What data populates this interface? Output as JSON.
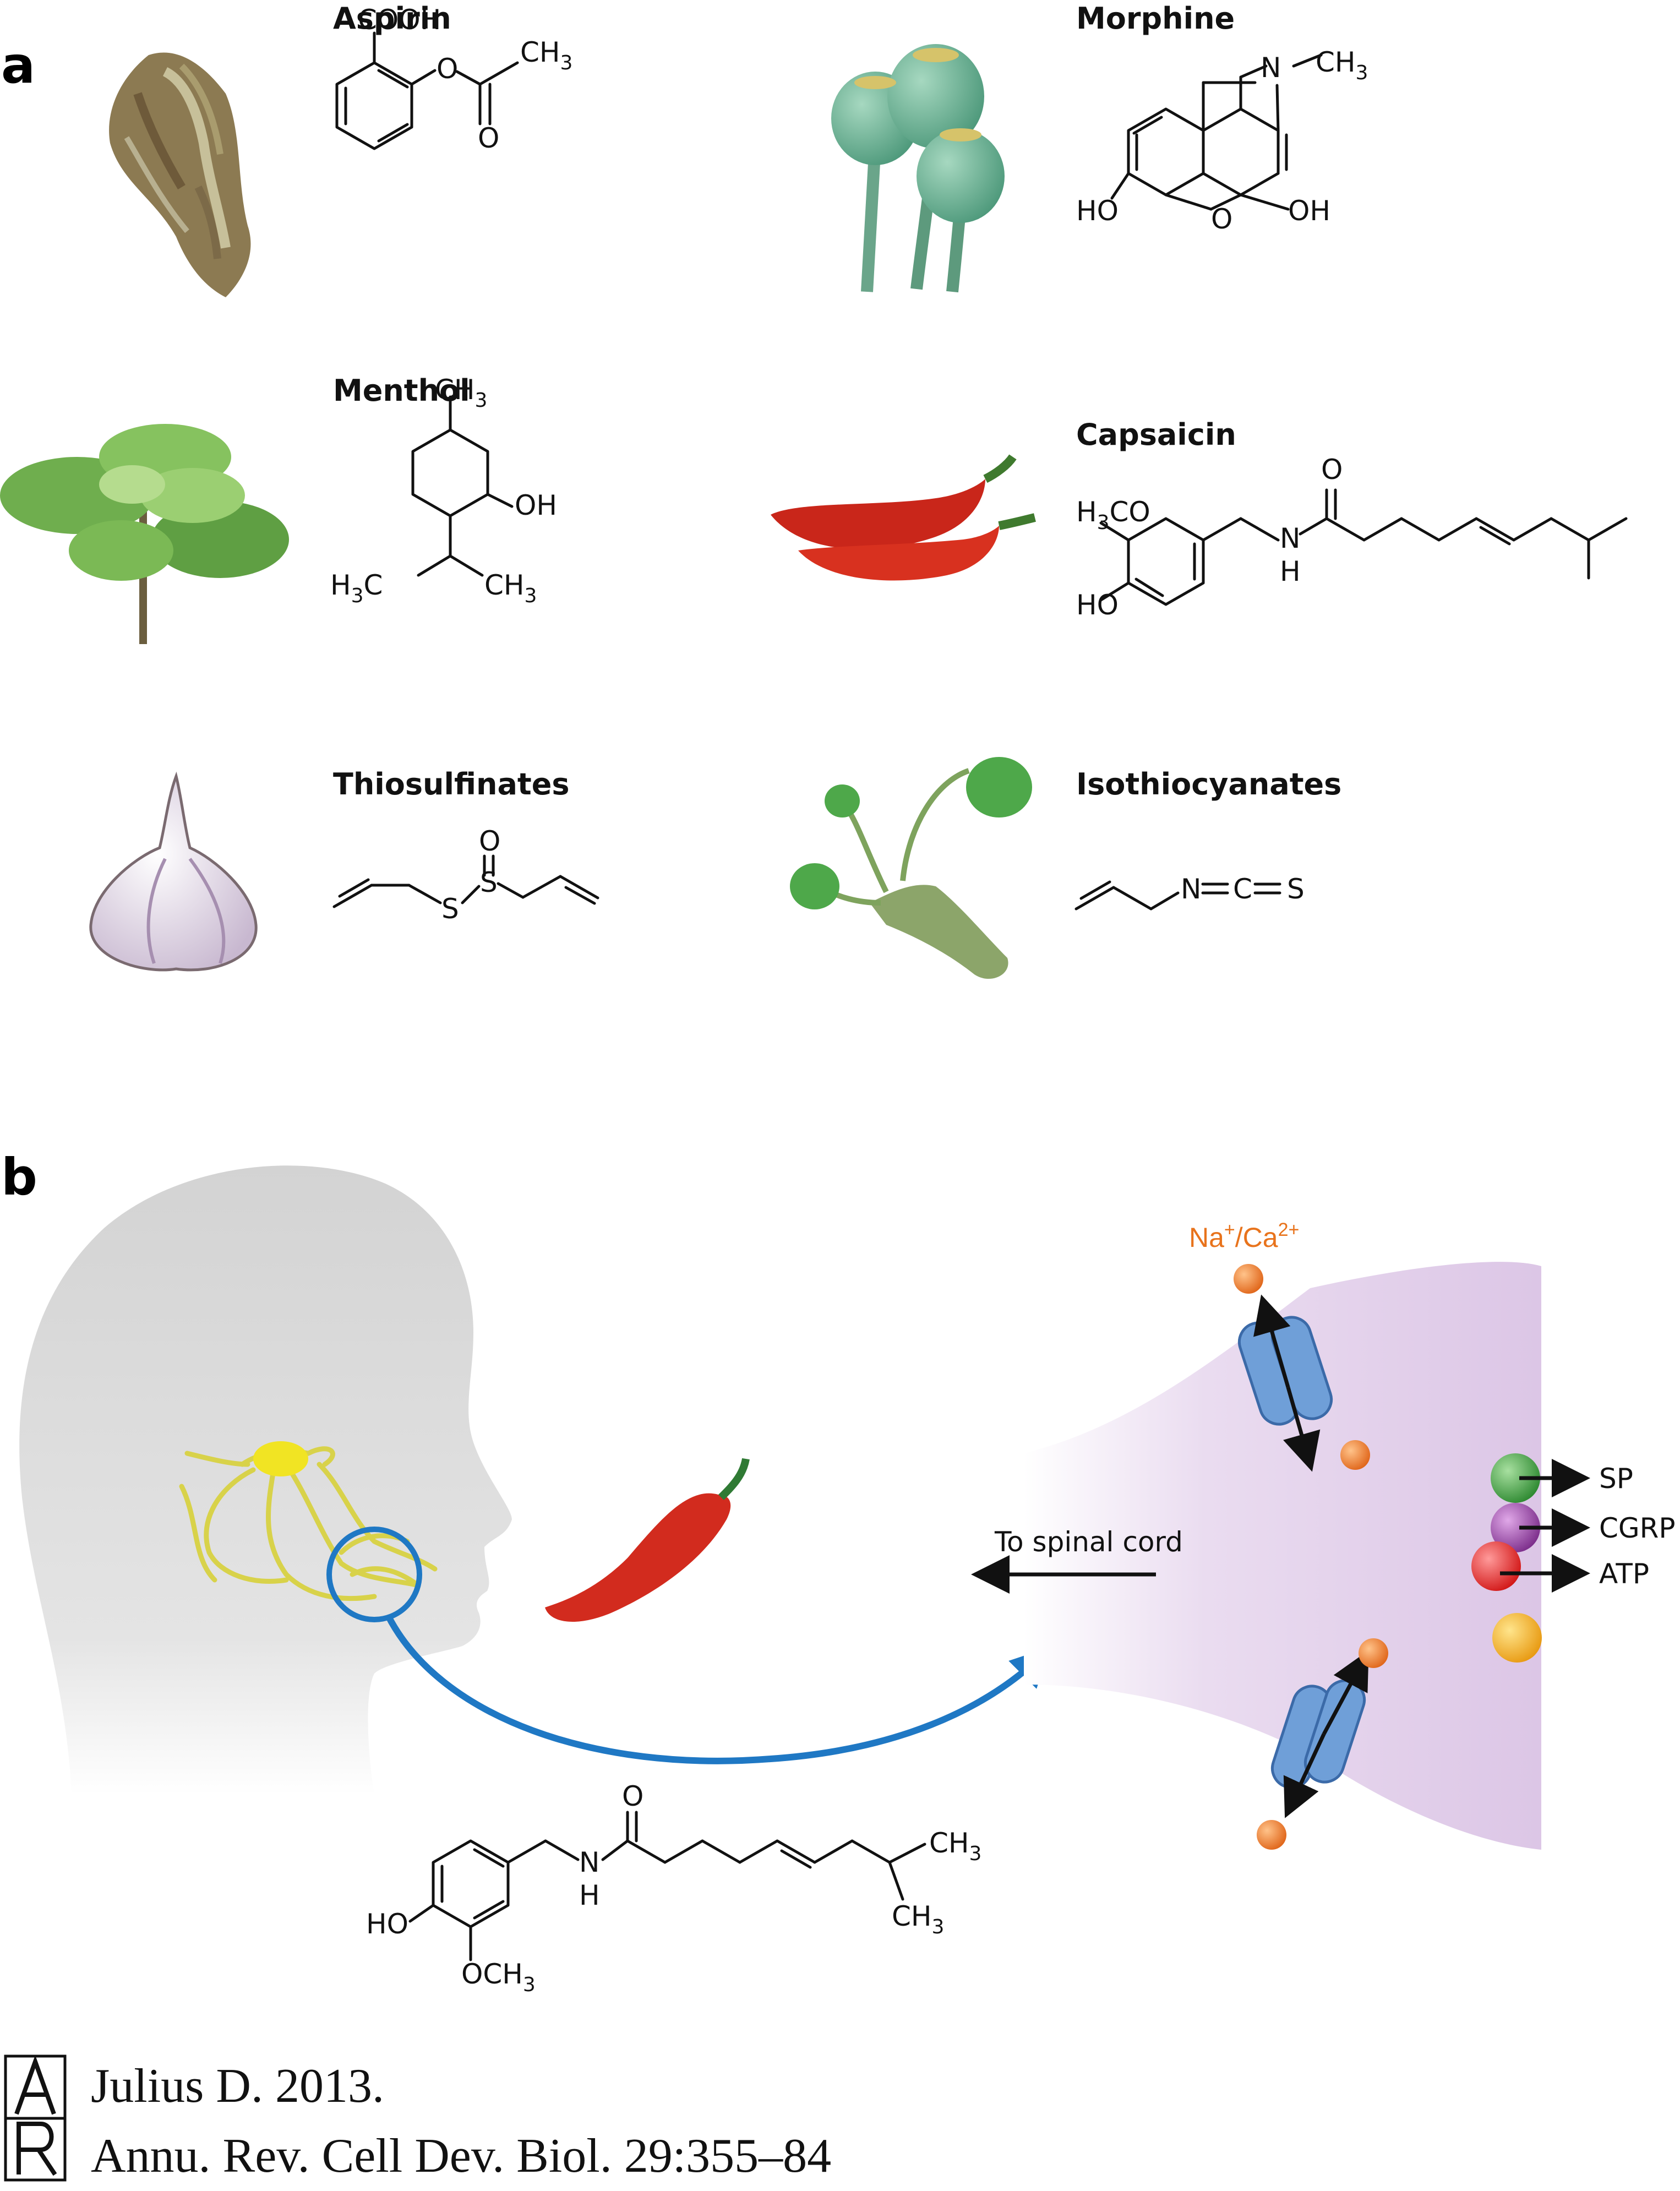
{
  "panels": {
    "a": "a",
    "b": "b"
  },
  "compounds": {
    "aspirin": {
      "name": "Aspirin",
      "cooh": "COOH",
      "o1": "O",
      "ch3": "CH",
      "ch3_sub": "3",
      "o2": "O"
    },
    "morphine": {
      "name": "Morphine",
      "n": "N",
      "ch3": "CH",
      "ch3_sub": "3",
      "ho": "HO",
      "o": "O",
      "oh": "OH"
    },
    "menthol": {
      "name": "Menthol",
      "ch3": "CH",
      "ch3_sub": "3",
      "oh": "OH",
      "h3c": "H",
      "h3c_sub": "3",
      "h3c_c": "C",
      "ch3b": "CH",
      "ch3b_sub": "3"
    },
    "capsaicin": {
      "name": "Capsaicin",
      "h3co": "H",
      "h3co_sub": "3",
      "h3co_rest": "CO",
      "ho": "HO",
      "o": "O",
      "n": "N",
      "h": "H"
    },
    "thiosulfinates": {
      "name": "Thiosulfinates",
      "s1": "S",
      "s2": "S",
      "o": "O"
    },
    "isothiocyanates": {
      "name": "Isothiocyanates",
      "n": "N",
      "c": "C",
      "s": "S"
    }
  },
  "panel_b": {
    "ion_label": "Na",
    "ion_sup1": "+",
    "ion_sep": "/Ca",
    "ion_sup2": "2+",
    "to_spinal_cord": "To spinal cord",
    "release": [
      "SP",
      "CGRP",
      "ATP"
    ],
    "capsaicin_struct": {
      "o": "O",
      "n": "N",
      "h": "H",
      "ch3a": "CH",
      "ch3a_sub": "3",
      "ch3b": "CH",
      "ch3b_sub": "3",
      "ho": "HO",
      "och3": "OCH",
      "och3_sub": "3"
    }
  },
  "citation": {
    "line1": "Julius D. 2013.",
    "line2": "Annu. Rev. Cell Dev. Biol. 29:355–84"
  },
  "colors": {
    "head_gray": "#d9d9d9",
    "nerve_yellow": "#d8d24a",
    "arrow_blue": "#1f78c4",
    "pepper_red": "#d22b1e",
    "channel_blue": "#6f9fd8",
    "ion_orange": "#e8731c",
    "terminal_lavender": "#e4d4ea",
    "sp_green": "#3e9a3e",
    "cgrp_purple": "#8e3f9a",
    "atp_red": "#e02828",
    "gold": "#f2b21e"
  }
}
